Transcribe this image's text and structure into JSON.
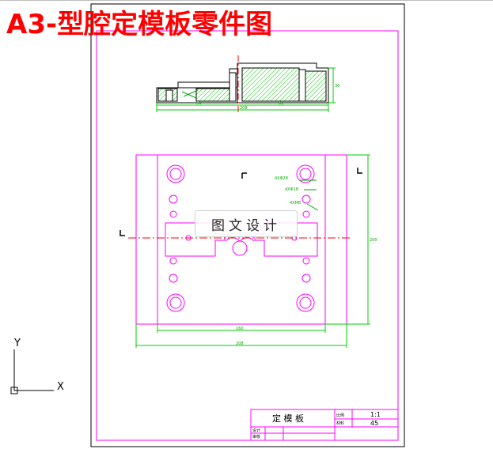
{
  "title": "A3-型腔定模板零件图",
  "watermark": "图文设计",
  "colors": {
    "title": "#ff0000",
    "frame": "#ff00ff",
    "part_outline": "#000000",
    "hatch": "#00cc00",
    "dimension": "#00cc00",
    "centerline": "#ff0000",
    "annotation": "#00aa00"
  },
  "views": {
    "top": {
      "dimensions": [
        "64",
        "81",
        "208",
        "36"
      ]
    },
    "front": {
      "dimensions": [
        "160",
        "208",
        "200"
      ],
      "hole_notes": [
        "4XΦ28",
        "4XΦ18",
        "4XM8"
      ]
    }
  },
  "axis": {
    "y_label": "Y",
    "x_label": "X"
  },
  "title_block": {
    "part_name": "定 模 板",
    "scale_label": "比例",
    "scale_value": "1:1",
    "material_label": "材料",
    "material_value": "45",
    "designer_label": "设计",
    "checker_label": "审核"
  }
}
